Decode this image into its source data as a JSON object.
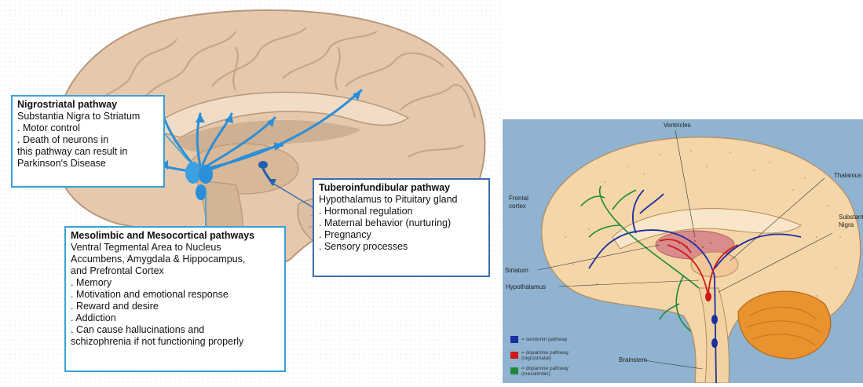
{
  "left_diagram": {
    "nigrostriatal": {
      "title": "Nigrostriatal pathway",
      "subtitle": "Substantia Nigra to Striatum",
      "items": [
        ". Motor control",
        ". Death of neurons in",
        "this pathway can result in",
        "Parkinson's Disease"
      ]
    },
    "tuberoinfundibular": {
      "title": "Tuberoinfundibular pathway",
      "subtitle": "Hypothalamus to Pituitary gland",
      "items": [
        ". Hormonal regulation",
        ". Maternal behavior (nurturing)",
        ". Pregnancy",
        ". Sensory processes"
      ]
    },
    "mesolimbic": {
      "title": "Mesolimbic and Mesocortical pathways",
      "subtitle_lines": [
        "Ventral Tegmental Area to Nucleus",
        "Accumbens, Amygdala & Hippocampus,",
        "and Prefrontal Cortex"
      ],
      "items": [
        ". Memory",
        ". Motivation and emotional response",
        ". Reward and desire",
        ". Addiction",
        ". Can cause hallucinations and",
        "schizophrenia if not functioning properly"
      ]
    },
    "colors": {
      "box_border": "#3b9fd6",
      "pathway": "#2a8fd8",
      "brain": "#e8cbb0"
    }
  },
  "right_diagram": {
    "labels": {
      "ventricles": "Ventricles",
      "thalamus": "Thalamus",
      "frontal_cortex": "Frontal cortex",
      "substantia_nigra": "Substantia Nigra",
      "striatum": "Striatum",
      "hypothalamus": "Hypothalamus",
      "brainstem": "Brainstem"
    },
    "legend": [
      {
        "text": "= serotonin pathway",
        "color": "#1a2fa0"
      },
      {
        "text": "= dopamine pathway (nigrostriatal)",
        "color": "#d01a1a"
      },
      {
        "text": "= dopamine pathway (mesolimbic)",
        "color": "#1f8a3a"
      }
    ],
    "colors": {
      "background": "#8fb3d1",
      "brain": "#f5d6a8",
      "cerebellum": "#e9922e"
    }
  }
}
